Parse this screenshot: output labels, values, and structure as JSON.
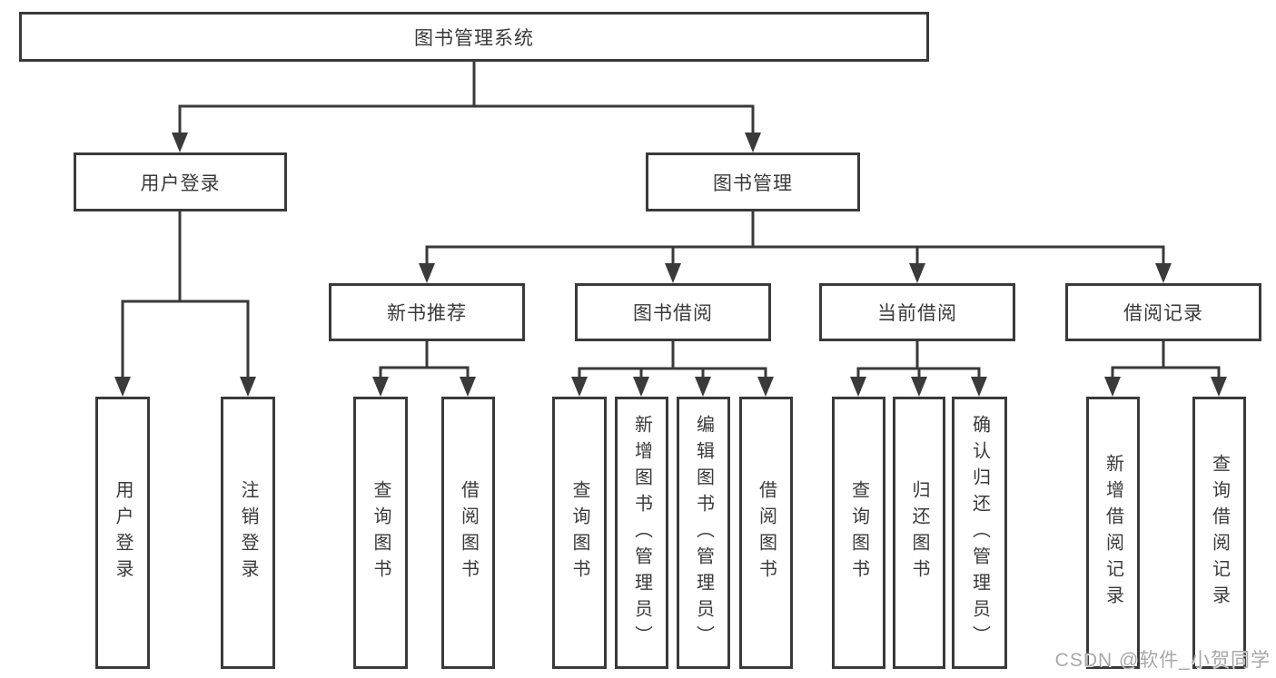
{
  "diagram": {
    "type": "org-tree",
    "colors": {
      "line": "#3a3a3a",
      "box_border": "#3a3a3a",
      "box_fill": "#ffffff",
      "text": "#3a3a3a",
      "background": "#ffffff",
      "watermark": "#a8a8a8"
    },
    "tree": {
      "root": {
        "label": "图书管理系统",
        "children": [
          {
            "label": "用户登录",
            "children": [
              {
                "label": "用户登录"
              },
              {
                "label": "注销登录"
              }
            ]
          },
          {
            "label": "图书管理",
            "children": [
              {
                "label": "新书推荐",
                "children": [
                  {
                    "label": "查询图书"
                  },
                  {
                    "label": "借阅图书"
                  }
                ]
              },
              {
                "label": "图书借阅",
                "children": [
                  {
                    "label": "查询图书"
                  },
                  {
                    "label": "新增图书（管理员）"
                  },
                  {
                    "label": "编辑图书（管理员）"
                  },
                  {
                    "label": "借阅图书"
                  }
                ]
              },
              {
                "label": "当前借阅",
                "children": [
                  {
                    "label": "查询图书"
                  },
                  {
                    "label": "归还图书"
                  },
                  {
                    "label": "确认归还（管理员）"
                  }
                ]
              },
              {
                "label": "借阅记录",
                "children": [
                  {
                    "label": "新增借阅记录"
                  },
                  {
                    "label": "查询借阅记录"
                  }
                ]
              }
            ]
          }
        ]
      }
    }
  },
  "watermark": {
    "text": "CSDN @软件_小贺同学"
  }
}
